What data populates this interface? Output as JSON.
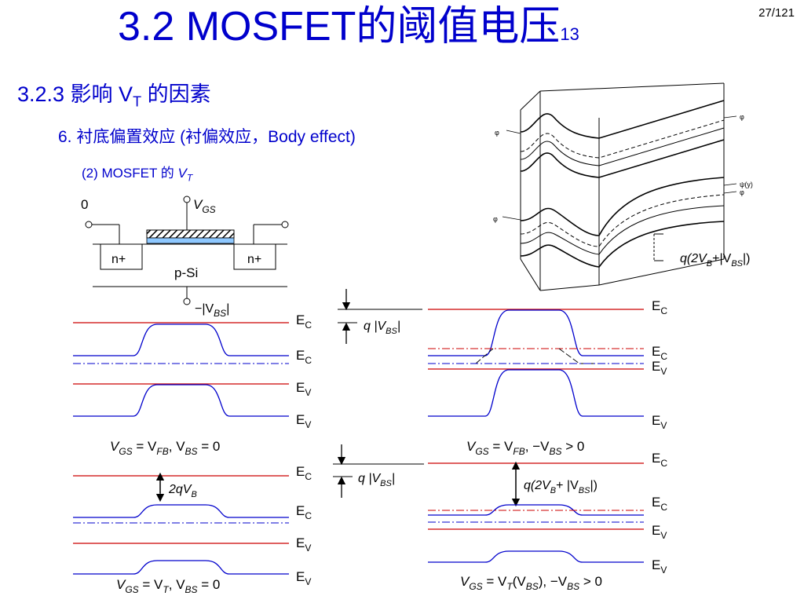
{
  "slide": {
    "title": "3.2 MOSFET的阈值电压",
    "title_suffix": "13",
    "page_number": "27/121",
    "section": "3.2.3 影响 V",
    "section_sub": "T",
    "section_tail": " 的因素",
    "item": "6. 衬底偏置效应 (衬偏效应，Body effect)",
    "subitem": "(2) MOSFET 的 ",
    "subitem_var": "V",
    "subitem_var_sub": "T"
  },
  "device": {
    "source_terminal": "0",
    "gate_terminal": "V",
    "gate_terminal_sub": "GS",
    "body_terminal_prefix": "−|V",
    "body_terminal_sub": "BS",
    "body_terminal_suffix": "|",
    "source_region": "n+",
    "drain_region": "n+",
    "substrate": "p-Si"
  },
  "band_labels": {
    "ec": "E",
    "ec_sub": "C",
    "ev": "E",
    "ev_sub": "V"
  },
  "shift_labels": {
    "q_vbs_prefix": "q |V",
    "q_vbs_sub": "BS",
    "q_vbs_suffix": "|",
    "two_qvb_prefix": "2qV",
    "two_qvb_sub": "B",
    "q_2vb_vbs": "q(2V",
    "q_2vb_sub": "B",
    "q_2vb_mid": "+ |V",
    "q_2vb_sub2": "BS",
    "q_2vb_suffix": "|)"
  },
  "captions": {
    "top_left": "V",
    "top_left_text_a": "GS",
    "top_left_text_b": " = V",
    "top_left_text_c": "FB",
    "top_left_text_d": ", V",
    "top_left_text_e": "BS",
    "top_left_text_f": " = 0",
    "top_right_a": "GS",
    "top_right_b": " = V",
    "top_right_c": "FB",
    "top_right_d": ", −V",
    "top_right_e": "BS",
    "top_right_f": " > 0",
    "bottom_left_a": "GS",
    "bottom_left_b": " = V",
    "bottom_left_c": "T",
    "bottom_left_d": ", V",
    "bottom_left_e": "BS",
    "bottom_left_f": " = 0",
    "bottom_right_a": "GS",
    "bottom_right_b": " = V",
    "bottom_right_c": "T",
    "bottom_right_d": "(V",
    "bottom_right_e": "BS",
    "bottom_right_f": "), −V",
    "bottom_right_g": "BS",
    "bottom_right_h": " > 0"
  },
  "figure3d": {
    "label": "q(2V",
    "label_sub1": "B",
    "label_mid": "+|V",
    "label_sub2": "BS",
    "label_tail": "|)",
    "phi_f_label": "φ",
    "phi_n_label": "φ",
    "psi_label": "ψ(y)"
  },
  "colors": {
    "title_blue": "#0000cc",
    "band_red": "#cc0000",
    "band_blue": "#0000cc",
    "fermi_dash": "#0000cc"
  }
}
